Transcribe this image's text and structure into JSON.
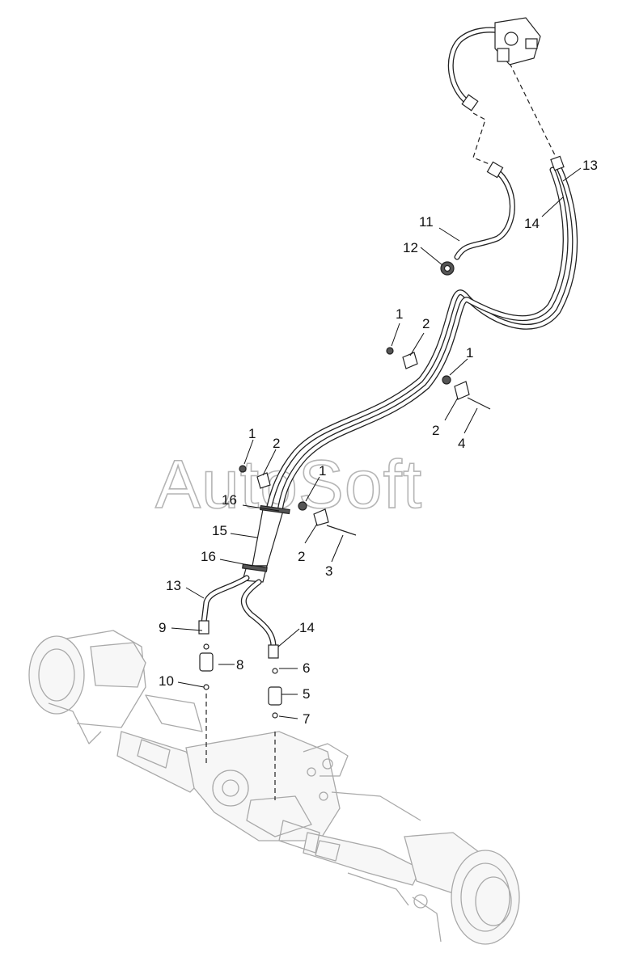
{
  "watermark": "AutoSoft",
  "callouts": [
    {
      "id": "c1a",
      "text": "1"
    },
    {
      "id": "c2a",
      "text": "2"
    },
    {
      "id": "c1b",
      "text": "1"
    },
    {
      "id": "c2b",
      "text": "2"
    },
    {
      "id": "c4",
      "text": "4"
    },
    {
      "id": "c1c",
      "text": "1"
    },
    {
      "id": "c2c",
      "text": "2"
    },
    {
      "id": "c1d",
      "text": "1"
    },
    {
      "id": "c16a",
      "text": "16"
    },
    {
      "id": "c15",
      "text": "15"
    },
    {
      "id": "c2d",
      "text": "2"
    },
    {
      "id": "c3",
      "text": "3"
    },
    {
      "id": "c16b",
      "text": "16"
    },
    {
      "id": "c13a",
      "text": "13"
    },
    {
      "id": "c9",
      "text": "9"
    },
    {
      "id": "c8",
      "text": "8"
    },
    {
      "id": "c10",
      "text": "10"
    },
    {
      "id": "c14a",
      "text": "14"
    },
    {
      "id": "c6",
      "text": "6"
    },
    {
      "id": "c5",
      "text": "5"
    },
    {
      "id": "c7",
      "text": "7"
    },
    {
      "id": "c11",
      "text": "11"
    },
    {
      "id": "c12",
      "text": "12"
    },
    {
      "id": "c13b",
      "text": "13"
    },
    {
      "id": "c14b",
      "text": "14"
    }
  ]
}
